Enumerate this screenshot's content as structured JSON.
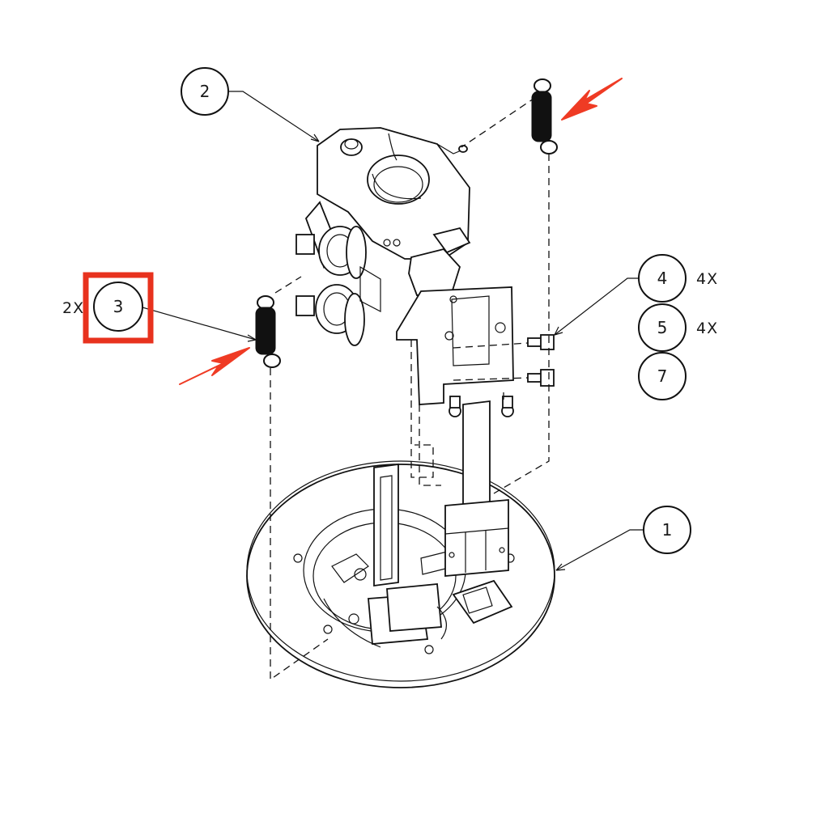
{
  "diagram": {
    "callouts": [
      {
        "id": "1",
        "label": "1",
        "qty": ""
      },
      {
        "id": "2",
        "label": "2",
        "qty": ""
      },
      {
        "id": "3",
        "label": "3",
        "qty": "2X"
      },
      {
        "id": "4",
        "label": "4",
        "qty": "4X"
      },
      {
        "id": "5",
        "label": "5",
        "qty": "4X"
      },
      {
        "id": "7",
        "label": "7",
        "qty": ""
      }
    ],
    "highlighted_callout": "3",
    "colors": {
      "line": "#111111",
      "highlight": "#e8321e",
      "arrow": "#ef3b24",
      "background": "#ffffff"
    }
  }
}
